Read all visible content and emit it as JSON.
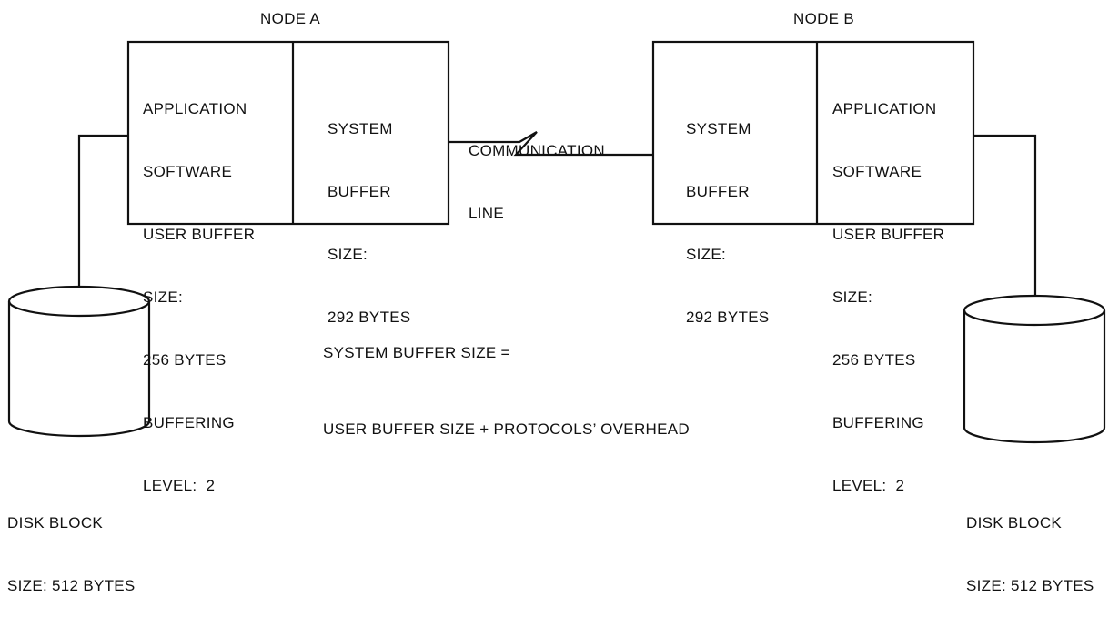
{
  "node_a": {
    "title": "NODE A",
    "app_lines": [
      "APPLICATION",
      "SOFTWARE",
      "USER BUFFER",
      "SIZE:",
      "256 BYTES",
      "BUFFERING",
      "LEVEL:  2"
    ],
    "sys_lines": [
      "SYSTEM",
      "BUFFER",
      "SIZE:",
      "292 BYTES"
    ],
    "disk_lines": [
      "DISK BLOCK",
      "SIZE: 512 BYTES"
    ]
  },
  "node_b": {
    "title": "NODE B",
    "sys_lines": [
      "SYSTEM",
      "BUFFER",
      "SIZE:",
      "292 BYTES"
    ],
    "app_lines": [
      "APPLICATION",
      "SOFTWARE",
      "USER BUFFER",
      "SIZE:",
      "256 BYTES",
      "BUFFERING",
      "LEVEL:  2"
    ],
    "disk_lines": [
      "DISK BLOCK",
      "SIZE: 512 BYTES"
    ]
  },
  "communication_line": [
    "COMMUNICATION",
    "LINE"
  ],
  "formula": [
    "SYSTEM BUFFER SIZE =",
    "USER BUFFER SIZE + PROTOCOLS’ OVERHEAD"
  ],
  "colors": {
    "ink": "#111111",
    "background": "#ffffff"
  }
}
